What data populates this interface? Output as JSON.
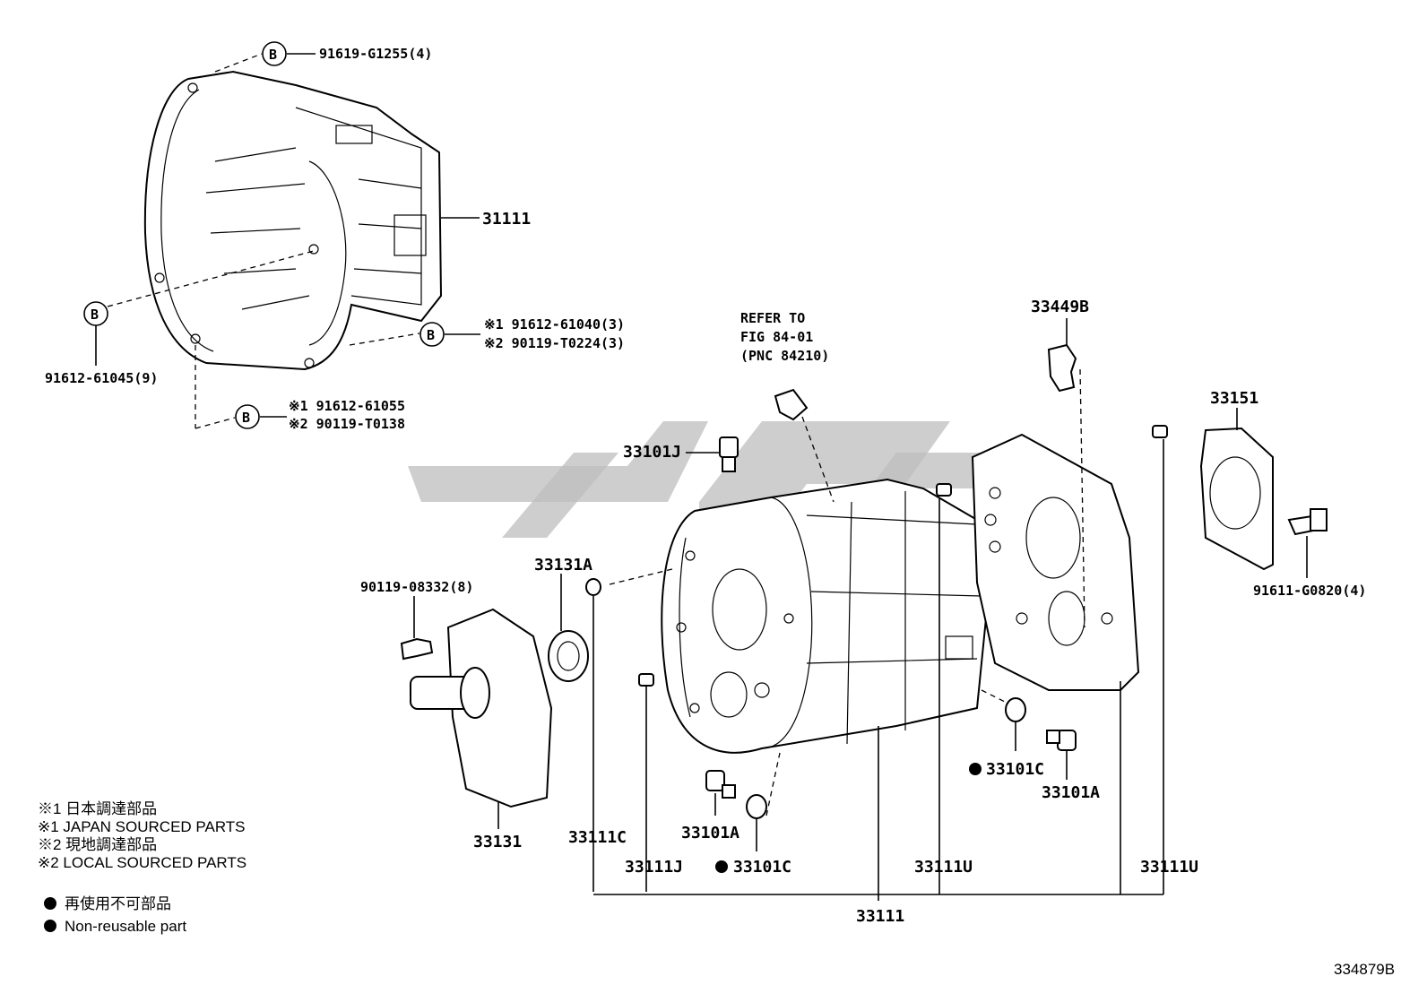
{
  "callouts": {
    "b_top": "B",
    "b_left": "B",
    "b_right": "B",
    "b_bottom": "B",
    "top_right_part": "91619-G1255(4)",
    "left_part": "91612-61045(9)",
    "right_line1": "※1 91612-61040(3)",
    "right_line2": "※2 90119-T0224(3)",
    "bottom_line1": "※1 91612-61055",
    "bottom_line2": "※2 90119-T0138"
  },
  "labels": {
    "bell_housing": "31111",
    "refer1": "REFER TO",
    "refer2": "FIG 84-01",
    "refer3": "(PNC 84210)",
    "p33449b": "33449B",
    "p33101j": "33101J",
    "p33151": "33151",
    "p91611": "91611-G0820(4)",
    "p90119": "90119-08332(8)",
    "p33131a": "33131A",
    "p33131": "33131",
    "p33111c": "33111C",
    "p33101a_low": "33101A",
    "p33111j": "33111J",
    "p33101c_low": "33101C",
    "p33101c_right": "33101C",
    "p33101a_right": "33101A",
    "p33111u_mid": "33111U",
    "p33111u_right": "33111U",
    "p33111_main": "33111",
    "fig_no": "334879B"
  },
  "legend": {
    "l1": "※1  日本調達部品",
    "l2": "※1  JAPAN SOURCED PARTS",
    "l3": "※2  現地調達部品",
    "l4": "※2  LOCAL SOURCED PARTS",
    "l5": "再使用不可部品",
    "l6": "Non-reusable part"
  }
}
